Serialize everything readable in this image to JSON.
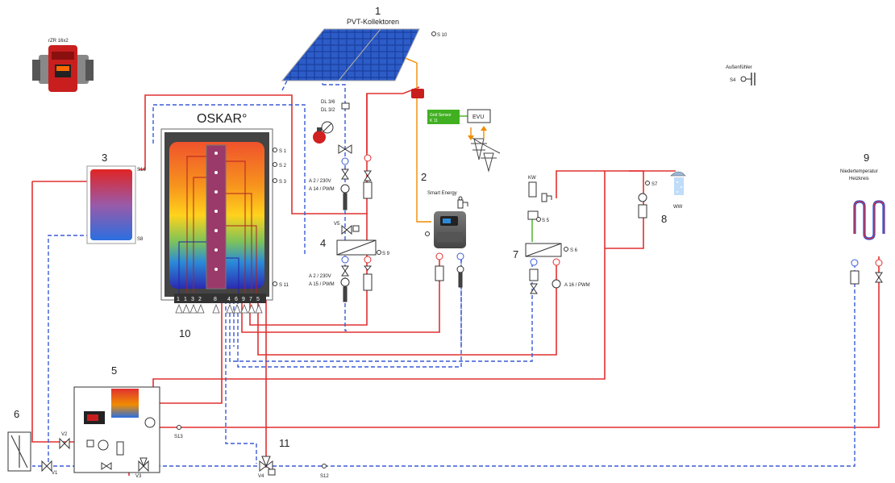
{
  "component_numbers": {
    "n1": "1",
    "n2": "2",
    "n3": "3",
    "n4": "4",
    "n5": "5",
    "n6": "6",
    "n7": "7",
    "n8": "8",
    "n9": "9",
    "n10": "10",
    "n11": "11"
  },
  "labels": {
    "boiler": "rZR 16x2",
    "pvt": "PVT-Kollektoren",
    "outdoor_sensor": "Außenfühler",
    "s4": "S4",
    "oskar": "OSKAR°",
    "smart_energy": "Smart Energy",
    "grid_sensor_line1": "Grid Sensor",
    "grid_sensor_line2": "K 11",
    "evu": "EVU",
    "dl_1": "DL 3/6",
    "dl_2": "DL 3/2",
    "a14_1": "A 2 / 230V",
    "a14_2": "A 14 / PWM",
    "a15_1": "A 2 / 230V",
    "a15_2": "A 15 / PWM",
    "a16": "A 16 / PWM",
    "v5": "V5",
    "kw": "KW",
    "ww": "WW",
    "floor_heating_1": "Niedertemperatur",
    "floor_heating_2": "Heizkreis",
    "v1": "V1",
    "v2": "V2",
    "v3": "V3",
    "v4": "V4"
  },
  "sensors": {
    "s1": "S 1",
    "s2": "S 2",
    "s3": "S 3",
    "s5": "S 5",
    "s6": "S 6",
    "s7": "S7",
    "s8": "S8",
    "s9": "S 9",
    "s10": "S 10",
    "s11": "S 11",
    "s12": "S12",
    "s13": "S13",
    "s16": "S16"
  },
  "connector_digits": [
    "1",
    "1",
    "3",
    "2",
    "8",
    "4",
    "6",
    "9",
    "7",
    "5"
  ],
  "colors": {
    "supply": "#e03131",
    "return": "#3b5bd6",
    "solar_feed": "#f08c00",
    "grid_sensor": "#40b020"
  }
}
